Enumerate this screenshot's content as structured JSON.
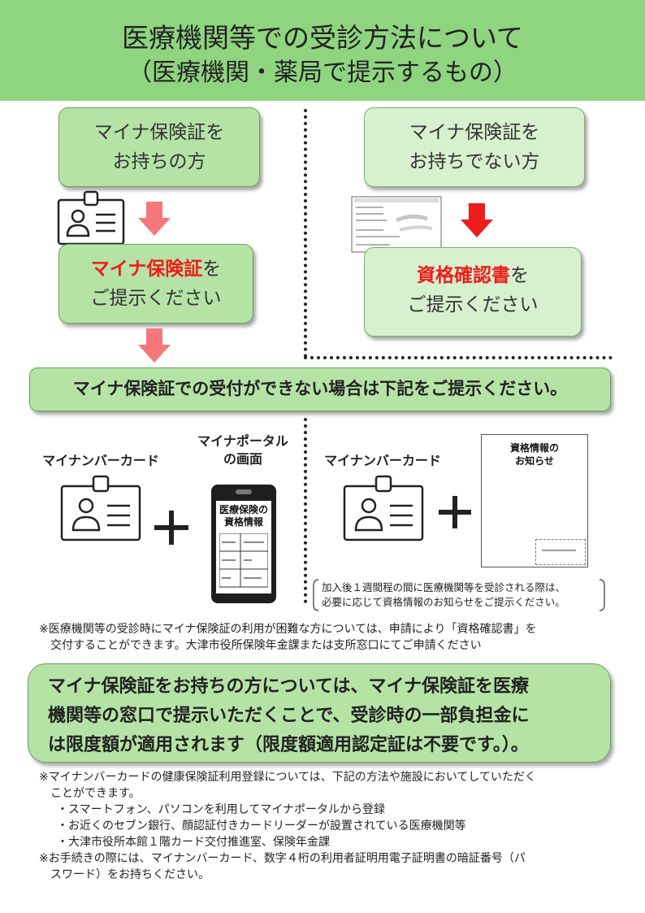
{
  "header": {
    "title": "医療機関等での受診方法について",
    "subtitle": "（医療機関・薬局で提示するもの）"
  },
  "left": {
    "top_box": [
      "マイナ保険証を",
      "お持ちの方"
    ],
    "present_highlight": "マイナ保険証",
    "present_suffix": "を",
    "present_line2": "ご提示ください"
  },
  "right": {
    "top_box": [
      "マイナ保険証を",
      "お持ちでない方"
    ],
    "present_highlight": "資格確認書",
    "present_suffix": "を",
    "present_line2": "ご提示ください"
  },
  "banner": "マイナ保険証での受付ができない場合は下記をご提示ください。",
  "options": {
    "card_label_1": "マイナンバーカード",
    "portal_label": [
      "マイナポータル",
      "の画面"
    ],
    "phone_screen": {
      "title": [
        "医療保険の",
        "資格情報"
      ]
    },
    "card_label_2": "マイナンバーカード",
    "notice_doc_title": [
      "資格情報の",
      "お知らせ"
    ],
    "bracket_note": [
      "加入後１週間程の間に医療機関等を受診される際は、",
      "必要に応じて資格情報のお知らせをご提示ください。"
    ]
  },
  "note1": [
    "※医療機関等の受診時にマイナ保険証の利用が困難な方については、申請により「資格確認書」を",
    "交付することができます。大津市役所保険年金課または支所窓口にてご申請ください"
  ],
  "bigbox": [
    "マイナ保険証をお持ちの方については、マイナ保険証を医療",
    "機関等の窓口で提示いただくことで、受診時の一部負担金に",
    "は限度額が適用されます（限度額適用認定証は不要です。）。"
  ],
  "footer": [
    "※マイナンバーカードの健康保険証利用登録については、下記の方法や施設においてしていただく",
    "ことができます。",
    "・スマートフォン、パソコンを利用してマイナポータルから登録",
    "・お近くのセブン銀行、顔認証付きカードリーダーが設置されている医療機関等",
    "・大津市役所本館１階カード交付推進室、保険年金課",
    "※お手続きの際には、マイナンバーカード、数字４桁の利用者証明用電子証明書の暗証番号（パ",
    "スワード）をお持ちください。"
  ],
  "colors": {
    "header_bg": "#8fd47f",
    "box_green": "#b5e3a6",
    "box_light": "#d7f0cd",
    "highlight_red": "#ee1c1c",
    "arrow_pale": "#f4787a",
    "arrow_red": "#ee1c1c"
  }
}
